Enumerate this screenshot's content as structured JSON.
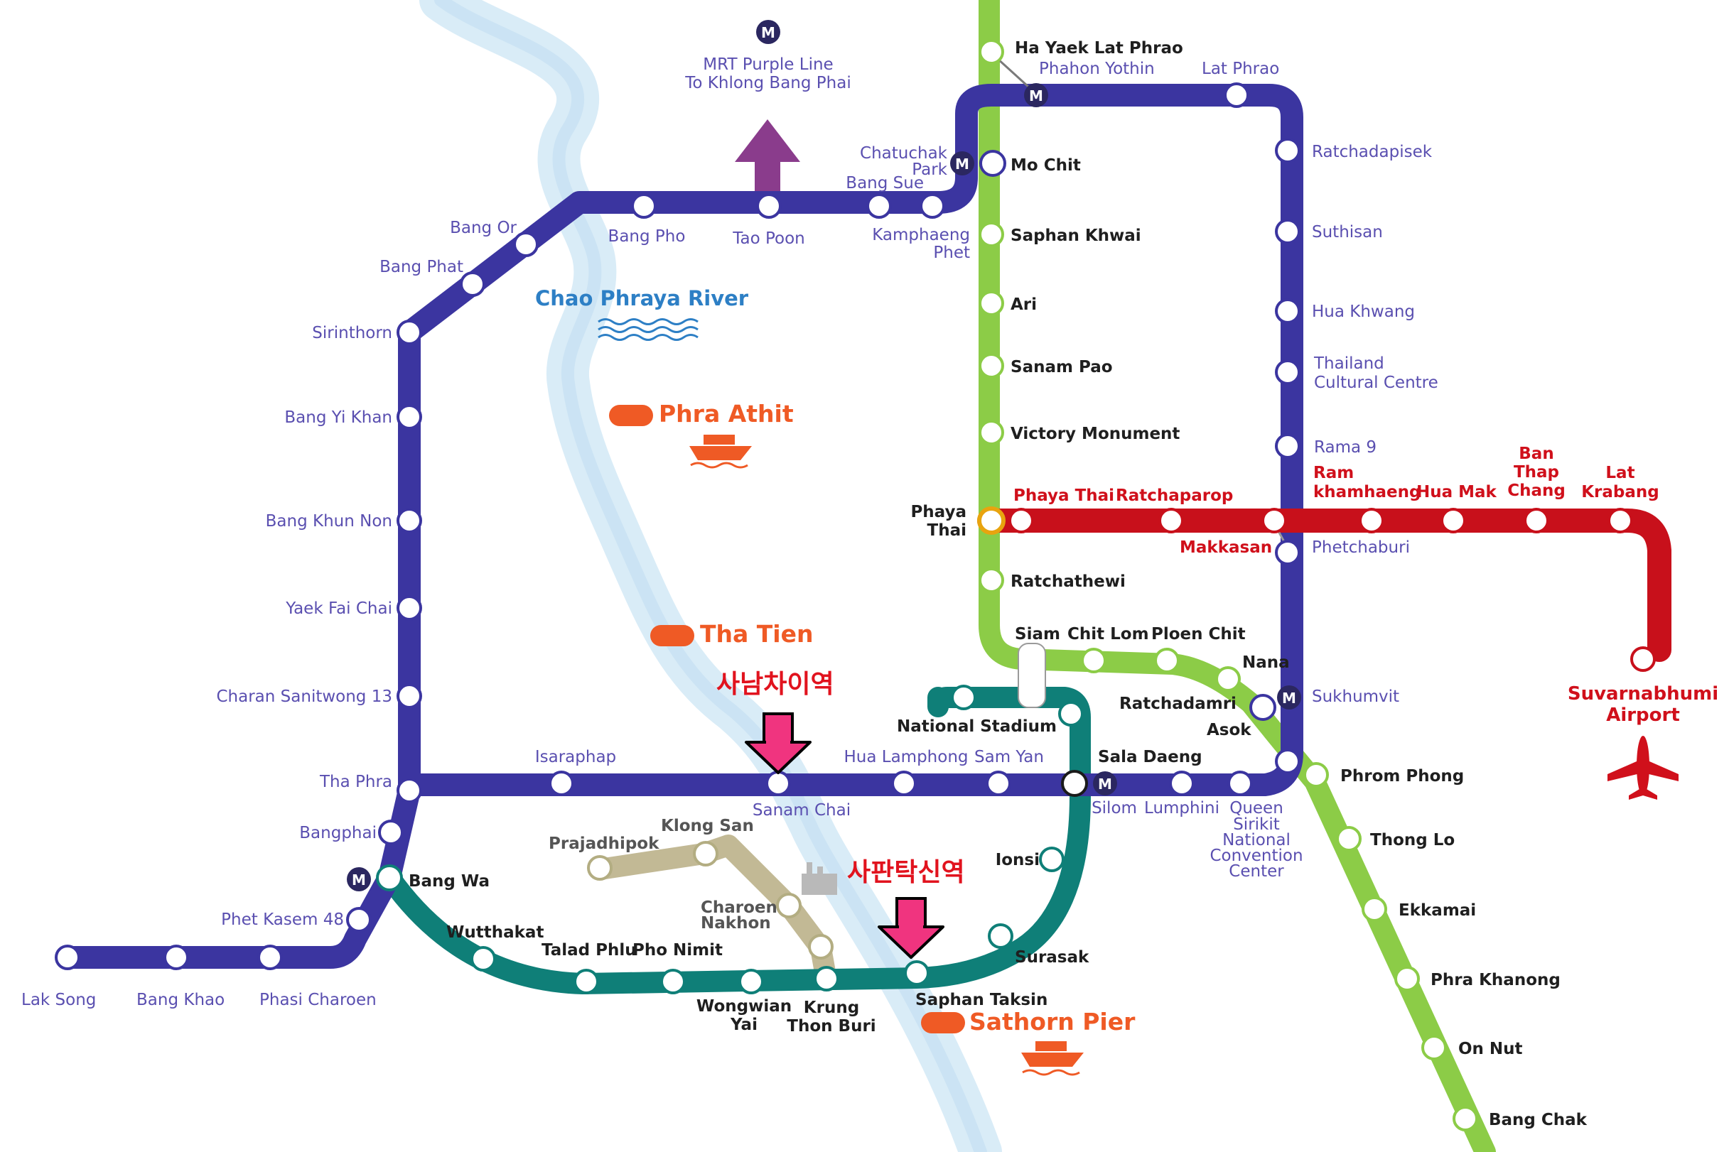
{
  "colors": {
    "blue_line": "#3b35a0",
    "green_line": "#8ccc47",
    "gold_line": "#b3ad82",
    "teal_line": "#0f7f78",
    "red_line": "#c8101b",
    "purple_arrow": "#8a3c8c",
    "river": "#d6eaf6",
    "pier": "#ef5a25",
    "korean_marker": "#e1131e",
    "pink_arrow": "#f0347f"
  },
  "header": {
    "mrt_badge": "M",
    "purple_line_label_1": "MRT Purple Line",
    "purple_line_label_2": "To Khlong Bang Phai"
  },
  "river": {
    "name": "Chao Phraya River"
  },
  "piers": [
    {
      "name": "Phra Athit"
    },
    {
      "name": "Tha Tien"
    },
    {
      "name": "Sathorn  Pier"
    }
  ],
  "korean_labels": {
    "sanam_chai": "사남차이역",
    "saphan_taksin": "사판탁신역"
  },
  "airport": {
    "line1": "Suvarnabhumi",
    "line2": "Airport"
  },
  "interchange_badges": [
    "M",
    "M",
    "M",
    "M",
    "M"
  ],
  "stations": {
    "blue": [
      "Lak Song",
      "Bang Khao",
      "Phasi  Charoen",
      "Phet Kasem 48",
      "Bang Wa",
      "Bangphai",
      "Tha Phra",
      "Charan Sanitwong 13",
      "Yaek Fai Chai",
      "Bang Khun Non",
      "Bang Yi Khan",
      "Sirinthorn",
      "Bang Phat",
      "Bang Or",
      "Bang Pho",
      "Tao Poon",
      "Bang Sue",
      "Chatuchak",
      "Park",
      "Kamphaeng",
      "Phet",
      "Phahon Yothin",
      "Lat Phrao",
      "Ratchadapisek",
      "Suthisan",
      "Hua Khwang",
      "Thailand",
      "Cultural Centre",
      "Rama 9",
      "Phetchaburi",
      "Sukhumvit",
      "Queen",
      "Sirikit",
      "National",
      "Convention",
      "Center",
      "Lumphini",
      "Silom",
      "Sam Yan",
      "Hua Lamphong",
      "Sanam Chai",
      "Isaraphap"
    ],
    "green": [
      "Ha Yaek Lat Phrao",
      "Mo Chit",
      "Saphan Khwai",
      "Ari",
      "Sanam Pao",
      "Victory Monument",
      "Phaya",
      "Thai",
      "Ratchathewi",
      "Siam",
      "Chit Lom",
      "Ploen Chit",
      "Nana",
      "Asok",
      "Phrom Phong",
      "Thong Lo",
      "Ekkamai",
      "Phra Khanong",
      "On Nut",
      "Bang Chak"
    ],
    "teal": [
      "National Stadium",
      "Ratchadamri",
      "Sala Daeng",
      "Ionsi",
      "Surasak",
      "Saphan Taksin",
      "Krung",
      "Thon Buri",
      "Wongwian",
      "Yai",
      "Pho Nimit",
      "Talad Phlu",
      "Wutthakat"
    ],
    "gold": [
      "Prajadhipok",
      "Klong San",
      "Charoen",
      "Nakhon"
    ],
    "red": [
      "Phaya Thai",
      "Ratchaparop",
      "Makkasan",
      "Ram",
      "khamhaeng",
      "Hua Mak",
      "Ban",
      "Thap",
      "Chang",
      "Lat",
      "Krabang"
    ]
  }
}
